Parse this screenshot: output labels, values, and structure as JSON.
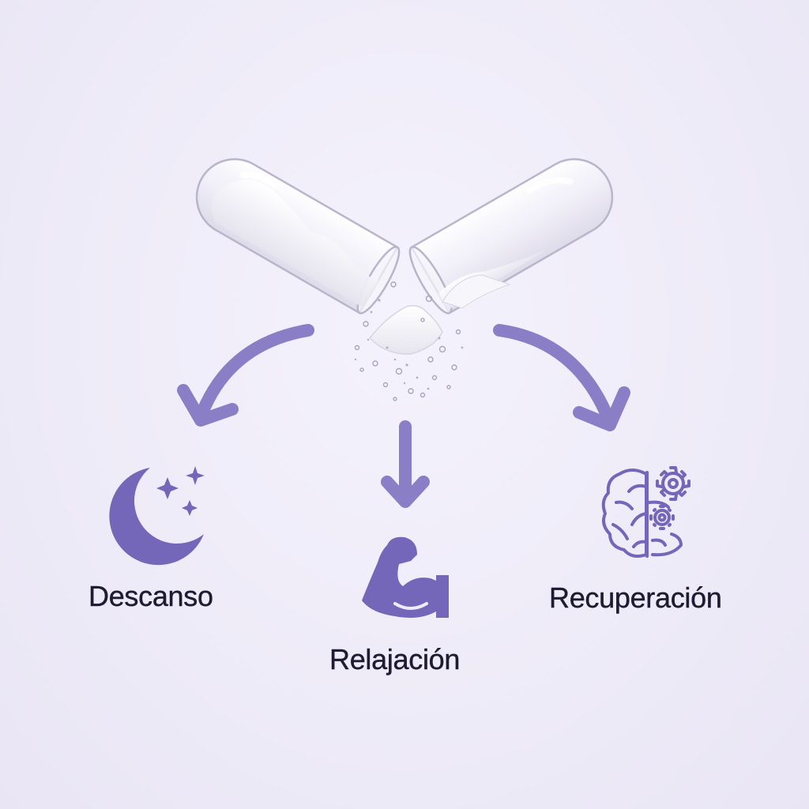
{
  "diagram": {
    "labels": {
      "rest": "Descanso",
      "relaxation": "Relajación",
      "recovery": "Recuperación"
    },
    "icons": {
      "center": "open-capsule-icon",
      "rest": "moon-stars-icon",
      "relaxation": "flexed-arm-icon",
      "recovery": "brain-gears-icon"
    },
    "colors": {
      "background": "#EFECF9",
      "accent": "#7466B8",
      "arrow": "#8A7FC7",
      "text": "#1E1B33"
    }
  }
}
